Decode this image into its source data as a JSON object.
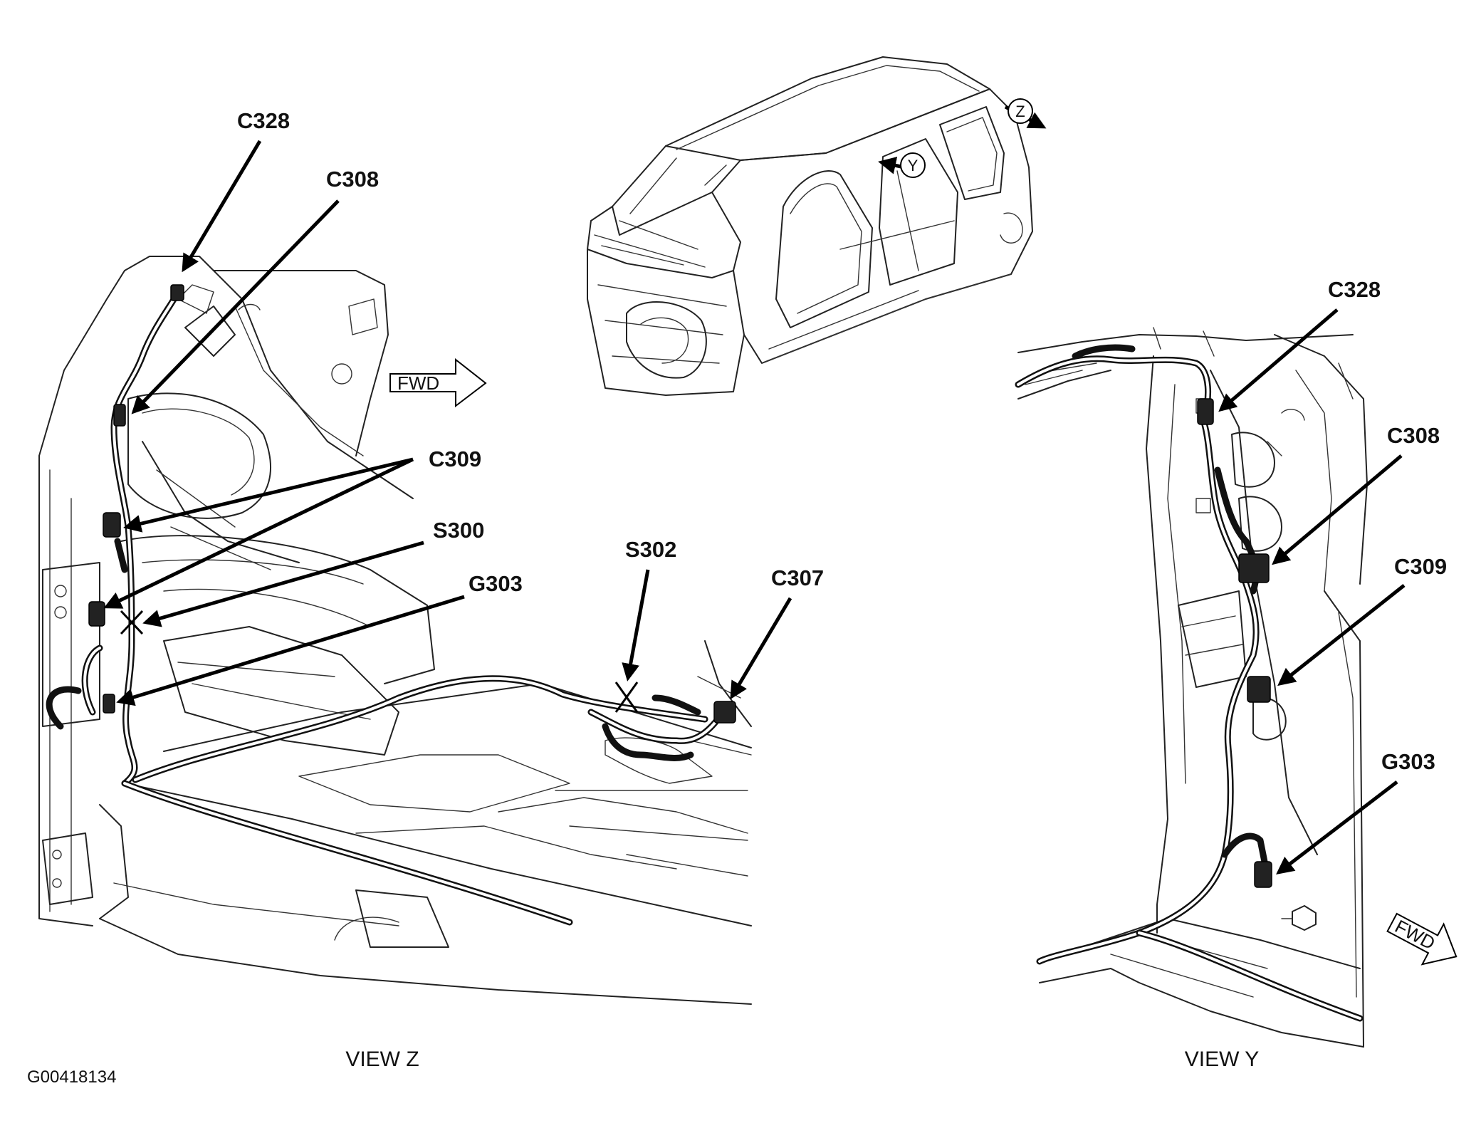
{
  "figure_id": "G00418134",
  "views": {
    "z": {
      "caption": "VIEW Z"
    },
    "y": {
      "caption": "VIEW Y"
    }
  },
  "fwd_label": "FWD",
  "overview": {
    "view_markers": [
      "Z",
      "Y"
    ]
  },
  "callouts_view_z": [
    "C328",
    "C308",
    "C309",
    "S300",
    "G303",
    "S302",
    "C307"
  ],
  "callouts_view_y": [
    "C328",
    "C308",
    "C309",
    "G303"
  ]
}
